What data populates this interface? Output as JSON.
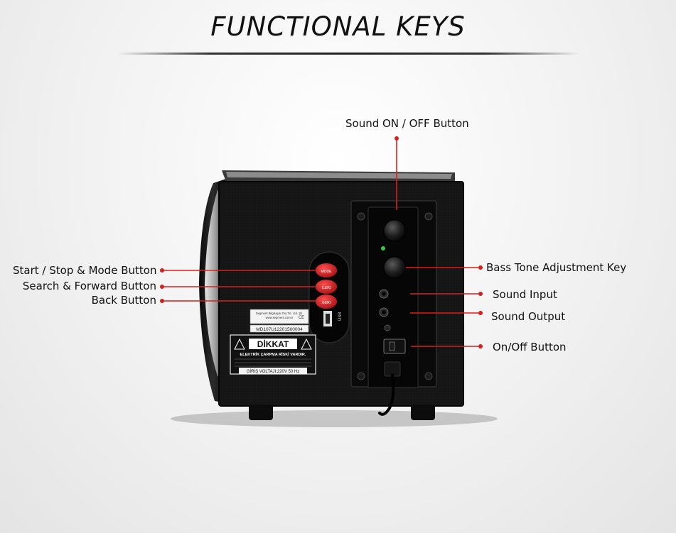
{
  "header": {
    "title": "FUNCTIONAL KEYS"
  },
  "callouts": {
    "sound_on_off": "Sound ON / OFF  Button",
    "bass_tone": "Bass Tone Adjustment Key",
    "sound_input": "Sound Input",
    "sound_output": "Sound Output",
    "on_off": "On/Off Button",
    "start_stop_mode": "Start / Stop & Mode Button",
    "search_forward": "Search & Forward Button",
    "back": "Back Button"
  },
  "device": {
    "mode_button_label": "MODE",
    "skip_button_label": "ILERI",
    "back_button_label": "GERI",
    "sticker_company": "Segment Bilgisayar Dış Tic. Ltd. Şti.",
    "sticker_web": "www.segment.com.tr",
    "sticker_serial": "MD107U12201500004",
    "warning_title": "DİKKAT",
    "warning_subtitle": "ELEKTRİK ÇARPMA RİSKİ VARDIR.",
    "voltage": "GİRİŞ VOLTAJI:220V 50 Hz"
  },
  "colors": {
    "callout_line": "#d6201e",
    "callout_dot": "#d6201e",
    "cabinet": "#141414",
    "panel": "#0b0b0b",
    "front_button": "#c8161b"
  }
}
